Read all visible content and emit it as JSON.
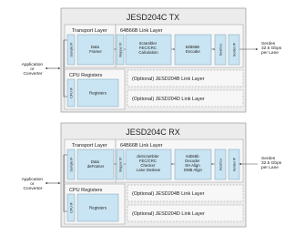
{
  "tx": {
    "title": "JESD204C TX",
    "transport_layer": "Transport Layer",
    "link_layer": "64B66B Link Layer",
    "sample_if": "Sample IF",
    "mapper_if": "Mapper IF",
    "framer": [
      "Data",
      "Framer"
    ],
    "scrambler": [
      "Scrambler",
      "FEC/CRC",
      "Calculation"
    ],
    "encoder": [
      "64B66B",
      "Encoder"
    ],
    "gearbox": "Gearbox",
    "serdes_if": "Serdes IF",
    "cpu_registers": "CPU Registers",
    "cpu_if": "CPU IF",
    "registers": "Registers",
    "optional_204b": "(Optional) JESD204B Link Layer",
    "optional_204d": "(Optional) JESD204D Link Layer",
    "left_label": [
      "Application",
      "or",
      "Converter"
    ],
    "right_label": [
      "Serdes",
      "32.5 Gbps",
      "per Lane"
    ]
  },
  "rx": {
    "title": "JESD204C RX",
    "transport_layer": "Transport Layer",
    "link_layer": "64B66B Link Layer",
    "sample_if": "Sample IF",
    "mapper_if": "Mapper IF",
    "framer": [
      "Data",
      "deFramer"
    ],
    "scrambler": [
      "deScrambler",
      "FEC/CRC",
      "Checker",
      "Lane Deskew"
    ],
    "encoder": [
      "64b66b",
      "Decoder",
      "SH Align",
      "EMB Align"
    ],
    "gearbox": "Gearbox",
    "serdes_if": "Serdes IF",
    "cpu_registers": "CPU Registers",
    "cpu_if": "CPU IF",
    "registers": "Registers",
    "optional_204b": "(Optional) JESD204B Link Layer",
    "optional_204d": "(Optional) JESD204D Link Layer",
    "left_label": [
      "Application",
      "or",
      "Converter"
    ],
    "right_label": [
      "Serdes",
      "32.5 Gbps",
      "per Lane"
    ]
  },
  "colors": {
    "block_fill": "#c9e4f2",
    "block_stroke": "#7f9fb2",
    "panel_fill": "#ececec",
    "section_fill": "#f7f7f7",
    "arrow": "#444444"
  }
}
